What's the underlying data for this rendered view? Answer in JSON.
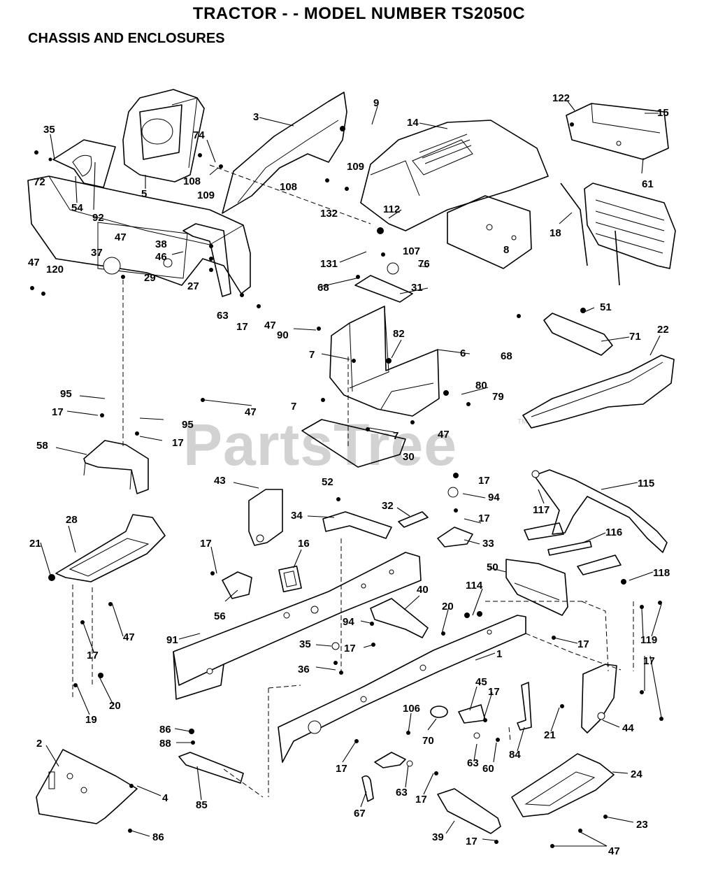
{
  "title": "TRACTOR - - MODEL NUMBER TS2050C",
  "subtitle": "CHASSIS AND ENCLOSURES",
  "watermark": "PartsTree",
  "watermark_tm": "TM",
  "callouts": [
    {
      "id": "c-35a",
      "text": "35"
    },
    {
      "id": "c-72",
      "text": "72"
    },
    {
      "id": "c-54",
      "text": "54"
    },
    {
      "id": "c-92",
      "text": "92"
    },
    {
      "id": "c-5",
      "text": "5"
    },
    {
      "id": "c-74",
      "text": "74"
    },
    {
      "id": "c-108a",
      "text": "108"
    },
    {
      "id": "c-109a",
      "text": "109"
    },
    {
      "id": "c-3",
      "text": "3"
    },
    {
      "id": "c-9",
      "text": "9"
    },
    {
      "id": "c-14",
      "text": "14"
    },
    {
      "id": "c-109b",
      "text": "109"
    },
    {
      "id": "c-108b",
      "text": "108"
    },
    {
      "id": "c-132",
      "text": "132"
    },
    {
      "id": "c-112",
      "text": "112"
    },
    {
      "id": "c-122",
      "text": "122"
    },
    {
      "id": "c-15",
      "text": "15"
    },
    {
      "id": "c-61",
      "text": "61"
    },
    {
      "id": "c-18",
      "text": "18"
    },
    {
      "id": "c-38",
      "text": "38"
    },
    {
      "id": "c-46",
      "text": "46"
    },
    {
      "id": "c-29",
      "text": "29"
    },
    {
      "id": "c-27",
      "text": "27"
    },
    {
      "id": "c-63a",
      "text": "63"
    },
    {
      "id": "c-17a",
      "text": "17"
    },
    {
      "id": "c-47a",
      "text": "47"
    },
    {
      "id": "c-47b",
      "text": "47"
    },
    {
      "id": "c-120",
      "text": "120"
    },
    {
      "id": "c-37",
      "text": "37"
    },
    {
      "id": "c-131",
      "text": "131"
    },
    {
      "id": "c-107",
      "text": "107"
    },
    {
      "id": "c-76",
      "text": "76"
    },
    {
      "id": "c-68a",
      "text": "68"
    },
    {
      "id": "c-31",
      "text": "31"
    },
    {
      "id": "c-8",
      "text": "8"
    },
    {
      "id": "c-68b",
      "text": "68"
    },
    {
      "id": "c-51",
      "text": "51"
    },
    {
      "id": "c-71",
      "text": "71"
    },
    {
      "id": "c-22",
      "text": "22"
    },
    {
      "id": "c-47c",
      "text": "47"
    },
    {
      "id": "c-90",
      "text": "90"
    },
    {
      "id": "c-7a",
      "text": "7"
    },
    {
      "id": "c-82",
      "text": "82"
    },
    {
      "id": "c-6",
      "text": "6"
    },
    {
      "id": "c-80",
      "text": "80"
    },
    {
      "id": "c-79",
      "text": "79"
    },
    {
      "id": "c-7b",
      "text": "7"
    },
    {
      "id": "c-47d",
      "text": "47"
    },
    {
      "id": "c-7c",
      "text": "7"
    },
    {
      "id": "c-30",
      "text": "30"
    },
    {
      "id": "c-95a",
      "text": "95"
    },
    {
      "id": "c-17b",
      "text": "17"
    },
    {
      "id": "c-47e",
      "text": "47"
    },
    {
      "id": "c-95b",
      "text": "95"
    },
    {
      "id": "c-17c",
      "text": "17"
    },
    {
      "id": "c-58",
      "text": "58"
    },
    {
      "id": "c-43",
      "text": "43"
    },
    {
      "id": "c-52",
      "text": "52"
    },
    {
      "id": "c-34",
      "text": "34"
    },
    {
      "id": "c-32",
      "text": "32"
    },
    {
      "id": "c-17d",
      "text": "17"
    },
    {
      "id": "c-94a",
      "text": "94"
    },
    {
      "id": "c-17e",
      "text": "17"
    },
    {
      "id": "c-33",
      "text": "33"
    },
    {
      "id": "c-117",
      "text": "117"
    },
    {
      "id": "c-115",
      "text": "115"
    },
    {
      "id": "c-116",
      "text": "116"
    },
    {
      "id": "c-28",
      "text": "28"
    },
    {
      "id": "c-21a",
      "text": "21"
    },
    {
      "id": "c-17f",
      "text": "17"
    },
    {
      "id": "c-16",
      "text": "16"
    },
    {
      "id": "c-56",
      "text": "56"
    },
    {
      "id": "c-50",
      "text": "50"
    },
    {
      "id": "c-118",
      "text": "118"
    },
    {
      "id": "c-114",
      "text": "114"
    },
    {
      "id": "c-40",
      "text": "40"
    },
    {
      "id": "c-20a",
      "text": "20"
    },
    {
      "id": "c-47f",
      "text": "47"
    },
    {
      "id": "c-17g",
      "text": "17"
    },
    {
      "id": "c-91",
      "text": "91"
    },
    {
      "id": "c-94b",
      "text": "94"
    },
    {
      "id": "c-17h",
      "text": "17"
    },
    {
      "id": "c-1",
      "text": "1"
    },
    {
      "id": "c-17i",
      "text": "17"
    },
    {
      "id": "c-119",
      "text": "119"
    },
    {
      "id": "c-35b",
      "text": "35"
    },
    {
      "id": "c-36",
      "text": "36"
    },
    {
      "id": "c-17j",
      "text": "17"
    },
    {
      "id": "c-20b",
      "text": "20"
    },
    {
      "id": "c-19",
      "text": "19"
    },
    {
      "id": "c-45",
      "text": "45"
    },
    {
      "id": "c-17k",
      "text": "17"
    },
    {
      "id": "c-106",
      "text": "106"
    },
    {
      "id": "c-70",
      "text": "70"
    },
    {
      "id": "c-84",
      "text": "84"
    },
    {
      "id": "c-21b",
      "text": "21"
    },
    {
      "id": "c-44",
      "text": "44"
    },
    {
      "id": "c-86a",
      "text": "86"
    },
    {
      "id": "c-88",
      "text": "88"
    },
    {
      "id": "c-63b",
      "text": "63"
    },
    {
      "id": "c-60",
      "text": "60"
    },
    {
      "id": "c-17l",
      "text": "17"
    },
    {
      "id": "c-2",
      "text": "2"
    },
    {
      "id": "c-4",
      "text": "4"
    },
    {
      "id": "c-85",
      "text": "85"
    },
    {
      "id": "c-63c",
      "text": "63"
    },
    {
      "id": "c-17m",
      "text": "17"
    },
    {
      "id": "c-24",
      "text": "24"
    },
    {
      "id": "c-67",
      "text": "67"
    },
    {
      "id": "c-39",
      "text": "39"
    },
    {
      "id": "c-23",
      "text": "23"
    },
    {
      "id": "c-86b",
      "text": "86"
    },
    {
      "id": "c-17n",
      "text": "17"
    },
    {
      "id": "c-47g",
      "text": "47"
    }
  ]
}
